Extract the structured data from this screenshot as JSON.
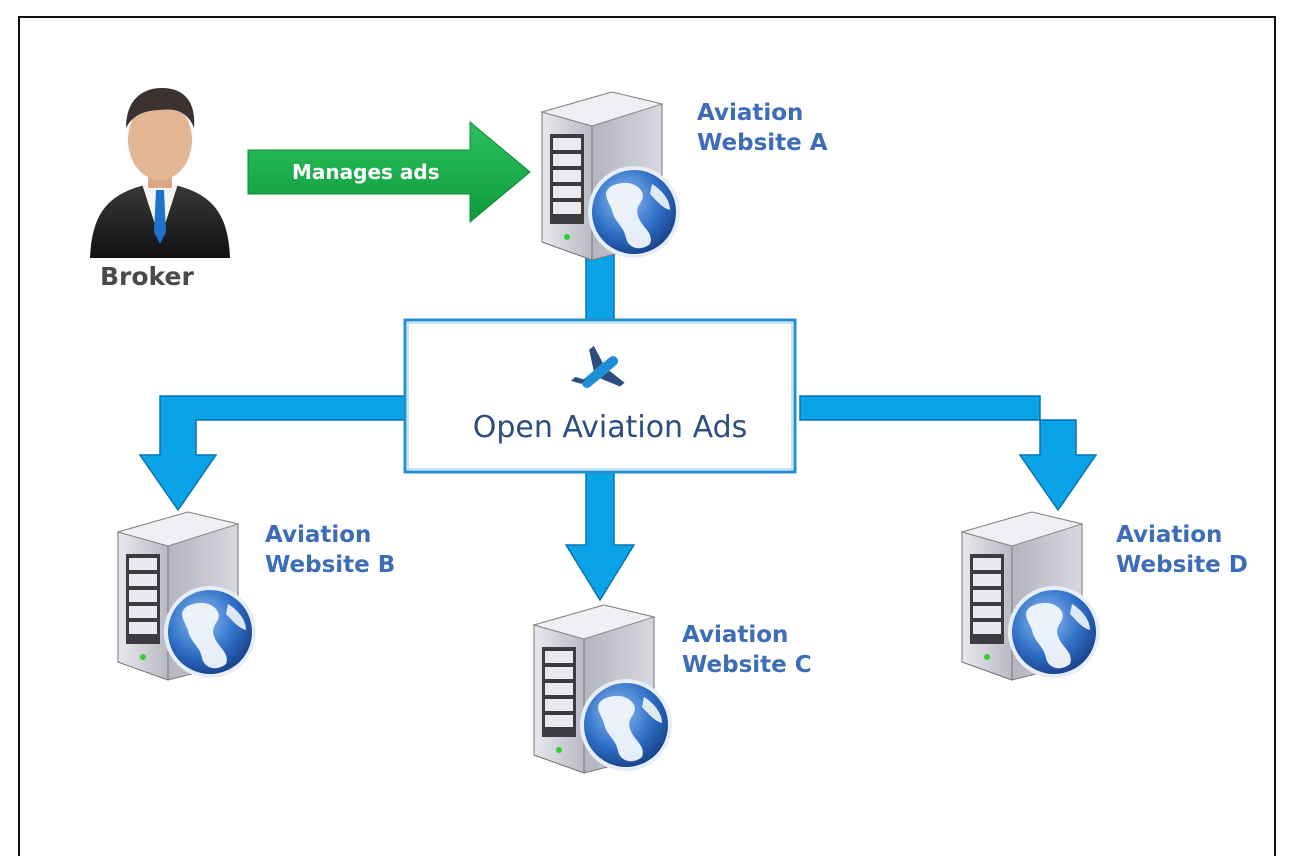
{
  "broker": {
    "label": "Broker"
  },
  "arrow": {
    "label": "Manages ads"
  },
  "hub": {
    "label": "Open Aviation Ads"
  },
  "sites": [
    {
      "line1": "Aviation",
      "line2": "Website A"
    },
    {
      "line1": "Aviation",
      "line2": "Website B"
    },
    {
      "line1": "Aviation",
      "line2": "Website C"
    },
    {
      "line1": "Aviation",
      "line2": "Website D"
    }
  ],
  "colors": {
    "flow": "#0aa3e8",
    "manages_arrow": "#16a84a",
    "label_blue": "#3d6db8",
    "hub_border": "#1f8fd0",
    "hub_text": "#2c4d7e"
  },
  "icons": [
    "broker-person-icon",
    "server-globe-icon",
    "airplane-logo-icon"
  ]
}
